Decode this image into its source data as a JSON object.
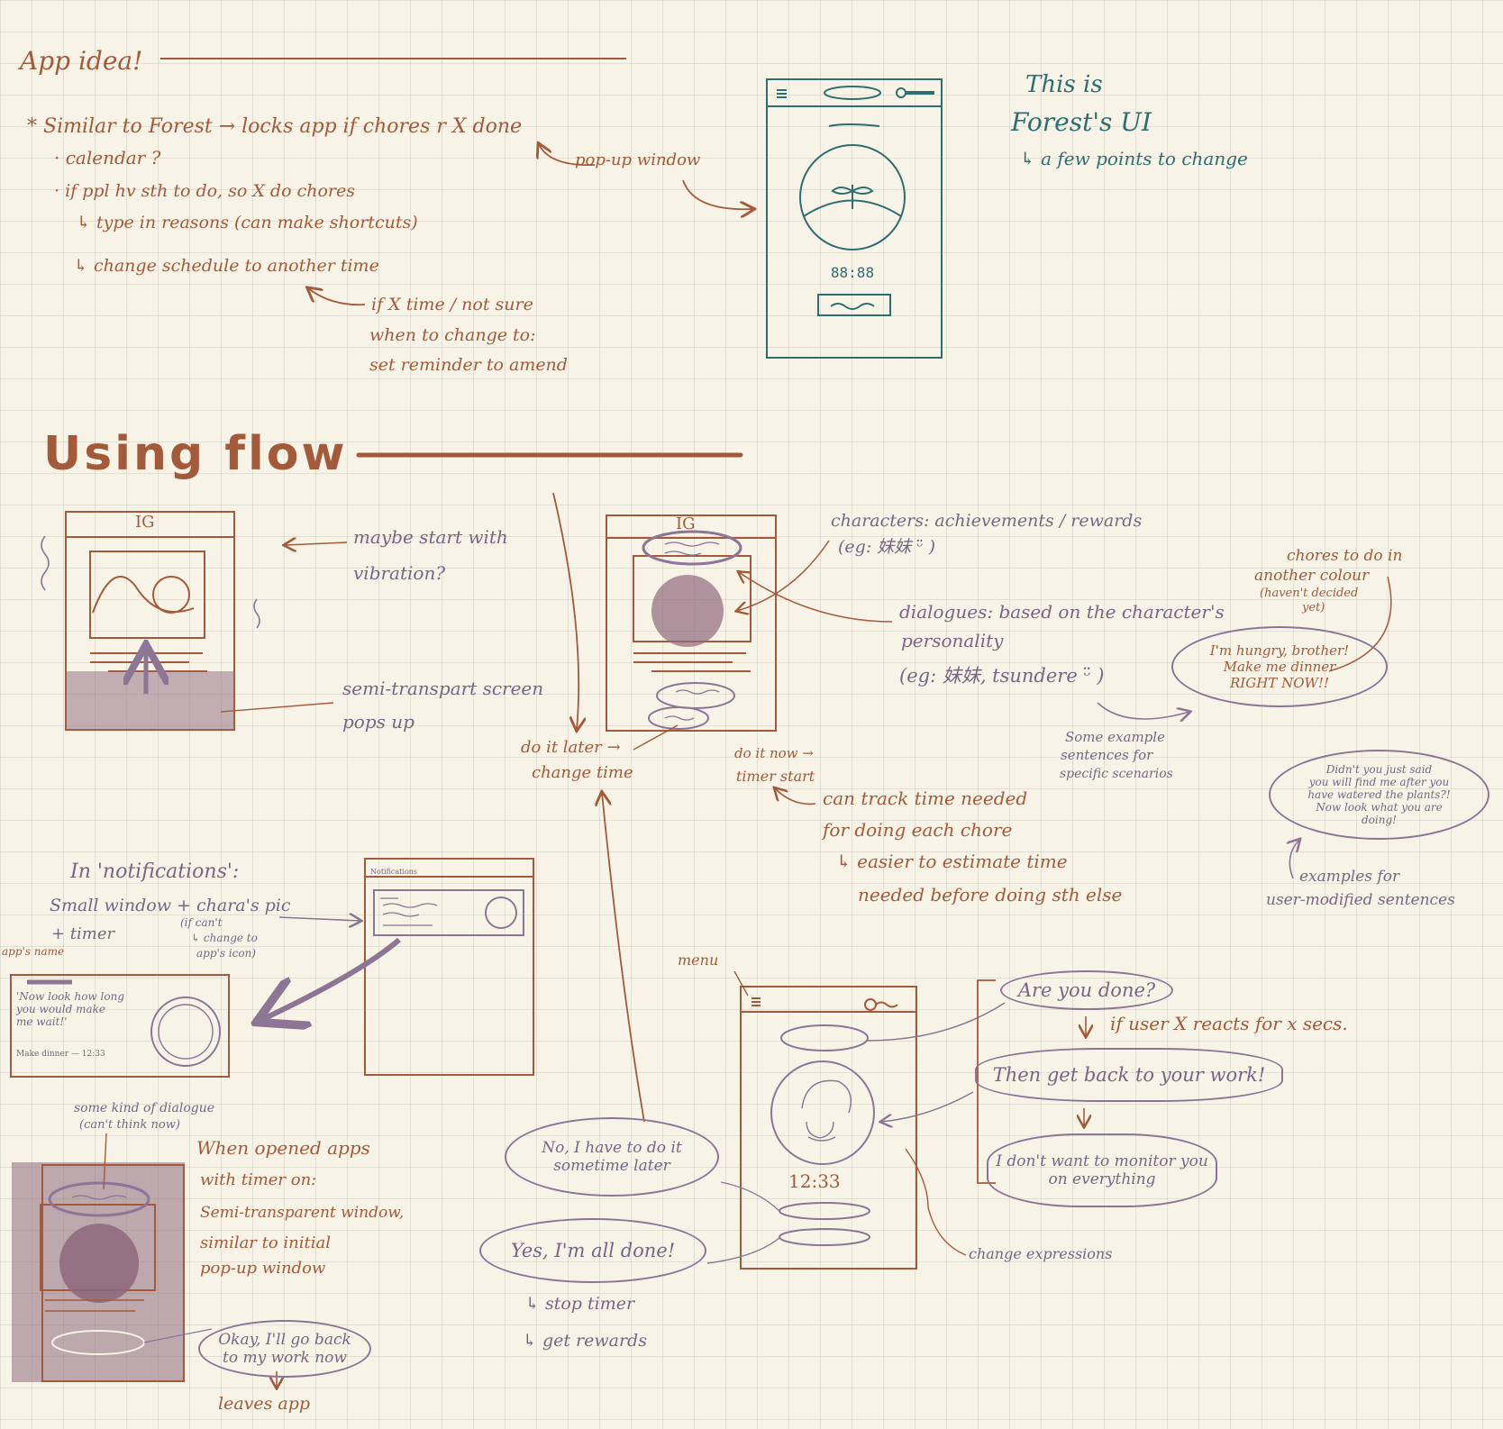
{
  "colors": {
    "paper": "#f7f3e6",
    "brown": "#a35a3a",
    "teal": "#2f6e70",
    "purple": "#8c7595",
    "shade": "#8e6a7e"
  },
  "app_idea": {
    "heading": "App idea!",
    "line1": "* Similar to Forest → locks app if chores r X done",
    "line2": "· calendar ?",
    "line3": "· if ppl hv sth to do, so X do chores",
    "line4": "↳ type in reasons (can make shortcuts)",
    "line5": "↳ change schedule to another time",
    "line6": "if X time / not sure",
    "line7": "when to change to:",
    "line8": "set reminder to amend",
    "popup": "pop-up window"
  },
  "forest": {
    "timer": "88:88",
    "note1": "This is",
    "note2": "Forest's UI",
    "note3": "↳ a few points to change"
  },
  "using_flow": {
    "heading": "Using flow",
    "ig": "IG",
    "vibration1": "maybe start with",
    "vibration2": "vibration?",
    "semi1": "semi-transpart screen",
    "semi2": "pops up",
    "characters1": "characters: achievements / rewards",
    "characters2": "(eg: 妹妹 ᵕ̈ )",
    "dialogues1": "dialogues: based on the character's",
    "dialogues2": "personality",
    "dialogues3": "(eg: 妹妹, tsundere ᵕ̈ )",
    "chores1": "chores to do in",
    "chores2": "another colour",
    "chores3": "(haven't decided",
    "chores4": "yet)",
    "hungry": "I'm hungry, brother!\nMake me dinner\nRIGHT NOW!!",
    "example1": "Some example",
    "example2": "sentences for",
    "example3": "specific scenarios",
    "watered": "Didn't you just said\nyou will find me after you\nhave watered the plants?!\nNow look what you are\ndoing!",
    "user_mod1": "examples for",
    "user_mod2": "user-modified sentences",
    "later1": "do it later →",
    "later2": "change time",
    "now1": "do it now →",
    "now2": "timer start",
    "track1": "can track time needed",
    "track2": "for doing each chore",
    "track3": "↳ easier to estimate time",
    "track4": "needed before doing sth else"
  },
  "notifications": {
    "heading": "In 'notifications':",
    "window_label": "Notifications",
    "desc1": "Small window + chara's pic",
    "desc2": "+ timer",
    "desc3": "(if can't",
    "desc4": "↳ change to",
    "desc5": "app's icon)",
    "app_name": "app's name",
    "message": "'Now look how long\nyou would make\nme wait!'",
    "meta": "Make dinner — 12:33"
  },
  "opened": {
    "dialogue1": "some kind of dialogue",
    "dialogue2": "(can't think now)",
    "desc1": "When opened apps",
    "desc2": "with timer on:",
    "desc3": "Semi-transparent window,",
    "desc4": "similar to initial",
    "desc5": "pop-up window",
    "okay": "Okay, I'll go back\nto my work now",
    "leaves": "leaves app"
  },
  "timer_screen": {
    "menu": "menu",
    "time": "12:33",
    "are_you_done": "Are you done?",
    "if_user": "if user X reacts for x secs.",
    "get_back": "Then get back to your work!",
    "dont_want": "I don't want to monitor you\non everything",
    "no_later": "No, I have to do it\nsometime later",
    "yes_done": "Yes, I'm all done!",
    "stop": "↳ stop timer",
    "rewards": "↳ get rewards",
    "expressions": "change expressions"
  }
}
